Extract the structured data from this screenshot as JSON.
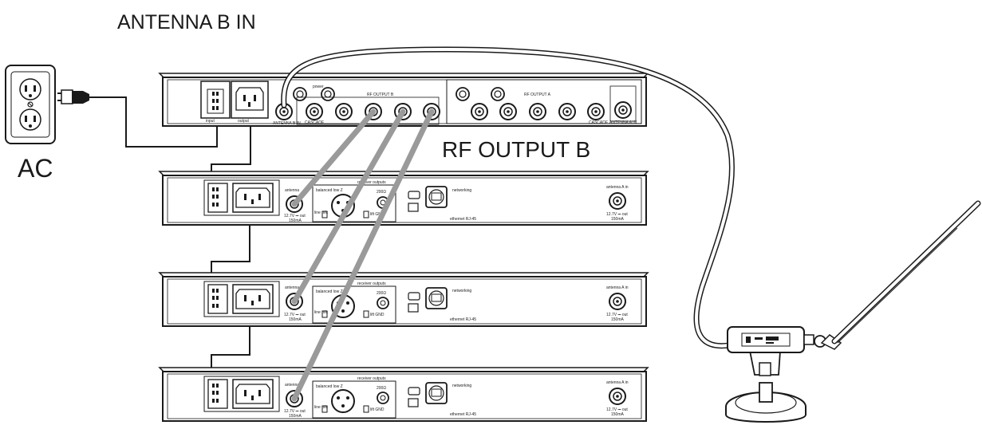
{
  "labels": {
    "antenna_b_in": "ANTENNA B IN",
    "rf_output_b": "RF OUTPUT B",
    "ac": "AC"
  },
  "distributor": {
    "input": "input",
    "output": "output",
    "rf_output_b": "RF OUTPUT B",
    "rf_output_a": "RF OUTPUT A",
    "power": "power",
    "cascade_b": "CASCADE",
    "cascade_a": "CASCADE",
    "antenna_b_in": "ANTENNA B IN",
    "antenna_a_in": "ANTENNA A IN"
  },
  "receiver": {
    "antenna": "antenna",
    "dc_out": "12.7V ⎓ out",
    "current": "150mA",
    "receiver_outputs": "receiver outputs",
    "balanced": "balanced low Z",
    "impedance": "200Ω",
    "mic_line": "line mic",
    "lift_gnd": "lift GND",
    "networking": "networking",
    "ethernet": "ethernet RJ-45",
    "antenna_a_in": "antenna A in"
  },
  "colors": {
    "line": "#1a1a1a",
    "rf_cable": "#9a9a9a",
    "panel": "#ffffff"
  }
}
